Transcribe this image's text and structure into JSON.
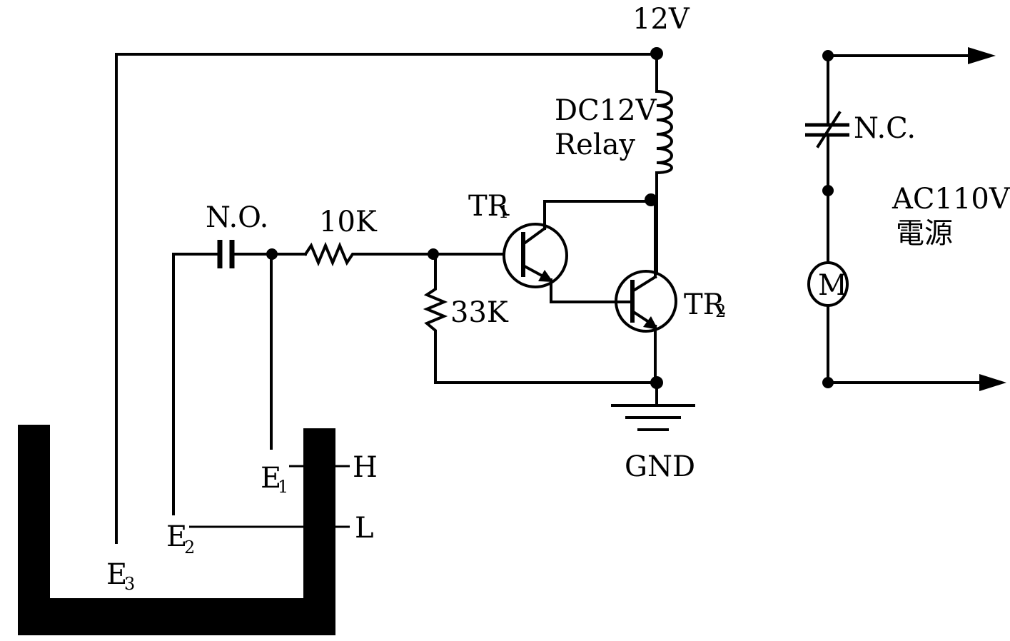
{
  "labels": {
    "supply": "12V",
    "relay_line1": "DC12V",
    "relay_line2": "Relay",
    "no_contact": "N.O.",
    "r1": "10K",
    "r2": "33K",
    "tr1": "TR",
    "tr1_sub": "1",
    "tr2": "TR",
    "tr2_sub": "2",
    "gnd": "GND",
    "nc_contact": "N.C.",
    "ac_line1": "AC110V",
    "ac_line2": "電源",
    "motor": "M",
    "e1": "E",
    "e1_sub": "1",
    "e2": "E",
    "e2_sub": "2",
    "e3": "E",
    "e3_sub": "3",
    "level_high": "H",
    "level_low": "L"
  }
}
